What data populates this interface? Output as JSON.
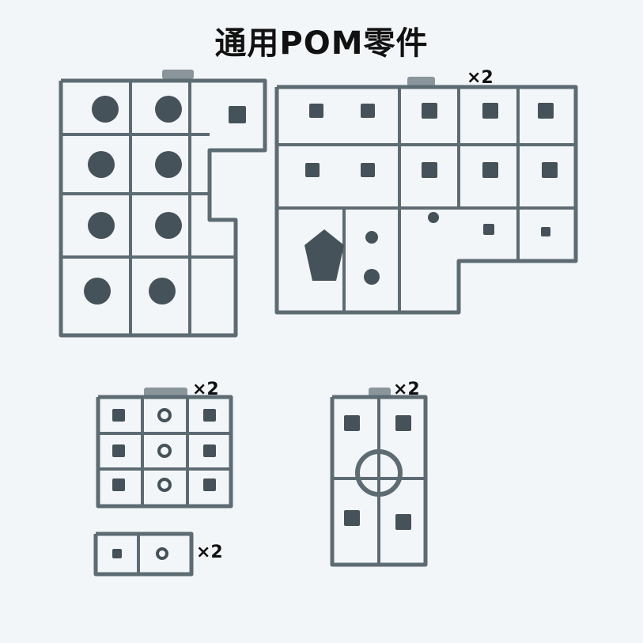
{
  "title": "通用POM零件",
  "colors": {
    "background": "#f3f6f8",
    "runner": "#5d6b73",
    "part": "#46525a",
    "tag": "#8a959c"
  },
  "runners": [
    {
      "id": "left-large",
      "multiplier": ""
    },
    {
      "id": "right-large",
      "multiplier": "×2"
    },
    {
      "id": "small-grid",
      "multiplier": "×2"
    },
    {
      "id": "small-ring",
      "multiplier": "×2"
    },
    {
      "id": "tiny",
      "multiplier": "×2"
    }
  ]
}
